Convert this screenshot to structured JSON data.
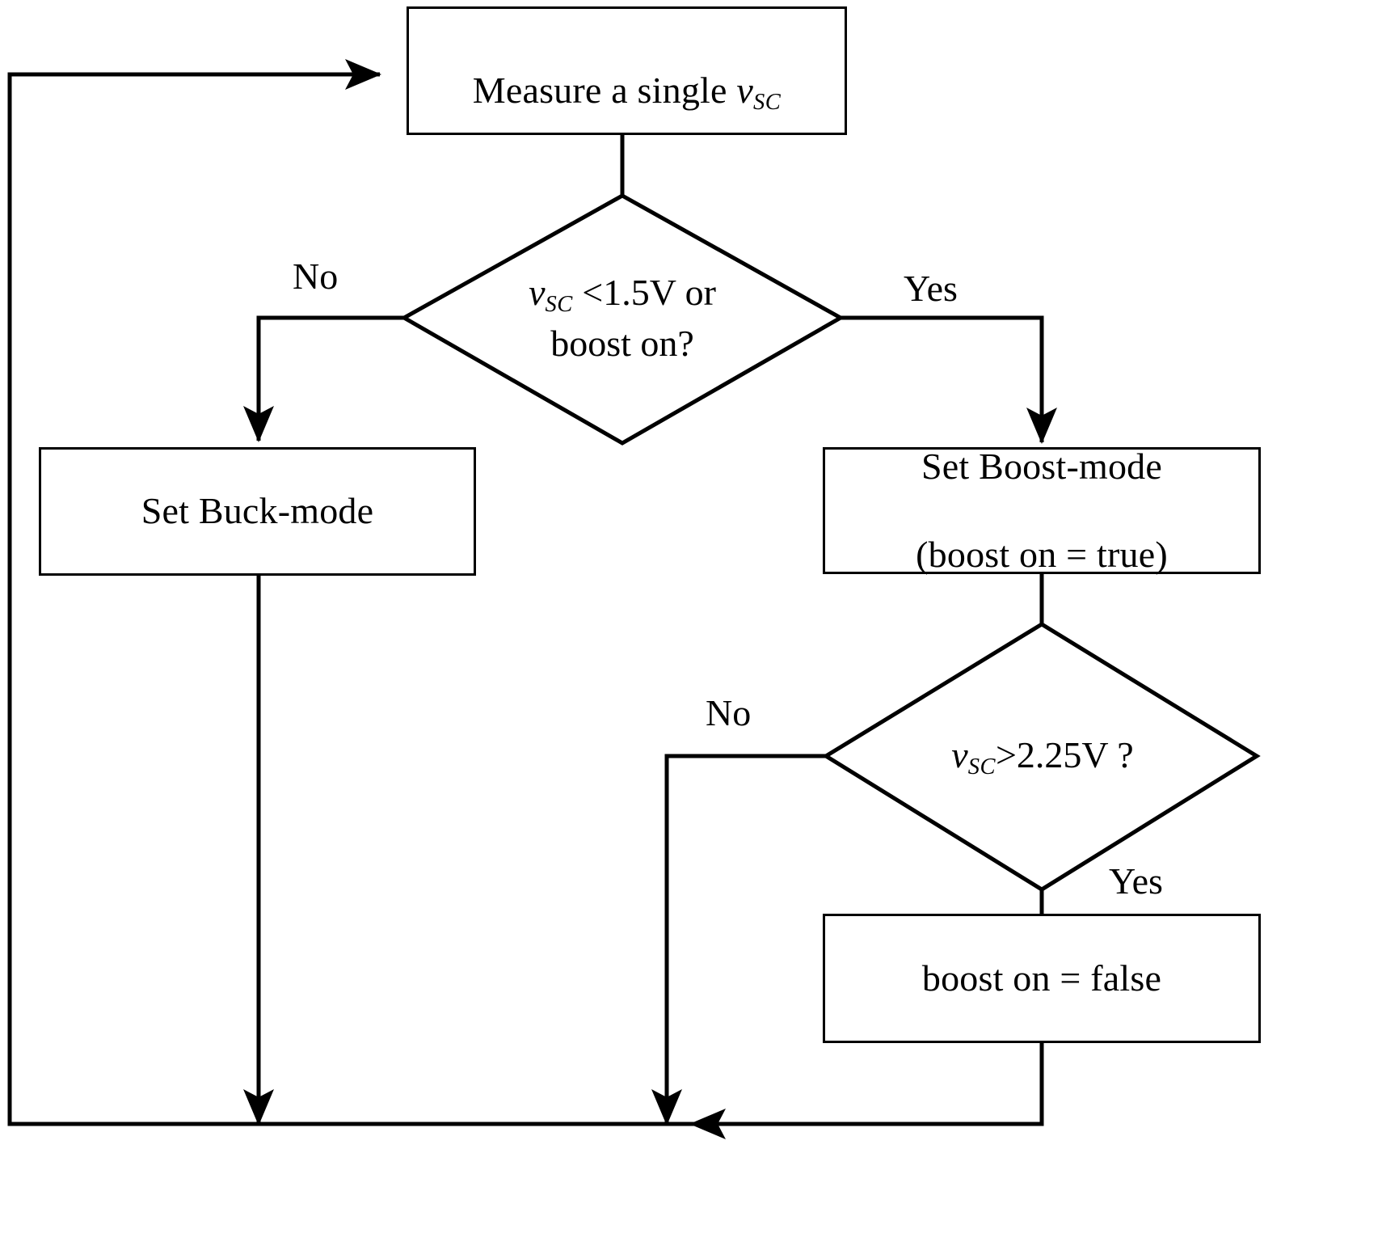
{
  "diagram": {
    "title": "Buck-Boost converter mode selection flowchart",
    "type": "flowchart",
    "stroke_color": "#000000",
    "fill_color": "#ffffff",
    "nodes": [
      {
        "id": "measure",
        "shape": "process",
        "text_plain": "Measure a single vSC",
        "text_pre": "Measure  a single ",
        "symbol": "v",
        "symbol_sub": "SC",
        "text_post": ""
      },
      {
        "id": "check_buck",
        "shape": "decision",
        "text_plain": "vSC <1.5V or boost on?",
        "line1_pre": "",
        "symbol": "v",
        "symbol_sub": "SC",
        "line1_post": " <1.5V or",
        "line2": "boost on?"
      },
      {
        "id": "set_buck",
        "shape": "process",
        "text_plain": "Set Buck-mode",
        "line1": "Set Buck-mode"
      },
      {
        "id": "set_boost",
        "shape": "process",
        "text_plain": "Set Boost-mode (boost on = true)",
        "line1": "Set Boost-mode",
        "line2": "(boost on = true)"
      },
      {
        "id": "check_boost",
        "shape": "decision",
        "text_plain": "vSC>2.25V ?",
        "symbol": "v",
        "symbol_sub": "SC",
        "line1_post": ">2.25V ?"
      },
      {
        "id": "boost_false",
        "shape": "process",
        "text_plain": "boost on = false",
        "line1": "boost on = false"
      }
    ],
    "edge_labels": {
      "check_buck_no": "No",
      "check_buck_yes": "Yes",
      "check_boost_no": "No",
      "check_boost_yes": "Yes"
    }
  }
}
